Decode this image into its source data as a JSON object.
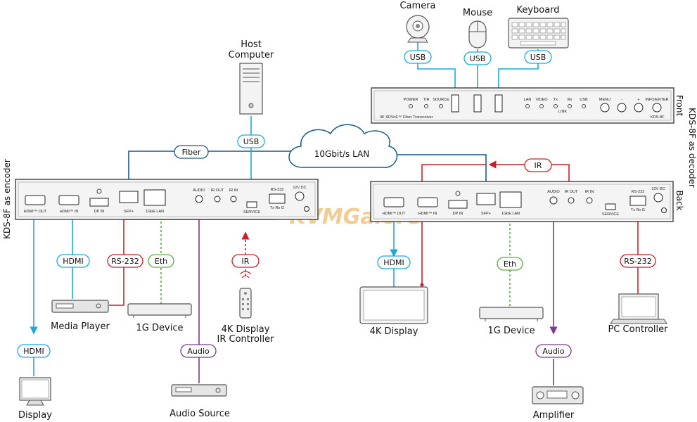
{
  "labels": {
    "camera": "Camera",
    "mouse": "Mouse",
    "keyboard": "Keyboard",
    "host": [
      "Host",
      "Computer"
    ],
    "media_player": "Media Player",
    "device_1g_left": "1G Device",
    "ir_controller": [
      "4K Display",
      "IR Controller"
    ],
    "display": "Display",
    "audio_source": "Audio Source",
    "display_4k": "4K Display",
    "device_1g_right": "1G Device",
    "pc_controller": "PC Controller",
    "amplifier": "Amplifier",
    "lan": "10Gbit/s LAN",
    "front": "Front",
    "back": "Back",
    "encoder": "KDS-8F as encoder",
    "decoder": "KDS-8F as decoder",
    "watermark": "KVMGalore"
  },
  "pills": {
    "usb": "USB",
    "fiber": "Fiber",
    "hdmi": "HDMI",
    "rs232": "RS-232",
    "eth": "Eth",
    "ir": "IR",
    "audio": "Audio"
  },
  "front_panel": {
    "power": "POWER",
    "tr": "T/R",
    "source": "SOURCE",
    "lan": "LAN",
    "video": "VIDEO",
    "tx": "Tx",
    "rx": "Rx",
    "usb": "USB",
    "link": "LINK",
    "menu": "MENU",
    "minus": "-",
    "plus": "+",
    "info": "INFO/ENTER",
    "product": "4K SDVoE™ Fiber Transceiver",
    "model": "KDS-8F"
  },
  "rear_panel": {
    "hdmi_out": "HDMI™ OUT",
    "hdmi_in": "HDMI™ IN",
    "dp_in": "DP IN",
    "sfp": "SFP+",
    "lan": "1GbE LAN",
    "audio": "AUDIO",
    "ir_out": "IR OUT",
    "ir_in": "IR IN",
    "service": "SERVICE",
    "rs232": "RS-232",
    "txrx": "Tx Rx G",
    "dc": "12V DC"
  },
  "colors": {
    "hdmi_usb": "#1ba9dc",
    "fiber": "#1a5a85",
    "red": "#c8202a",
    "eth": "#5cad3c",
    "audio": "#7b3a8b",
    "device": "#555555"
  }
}
